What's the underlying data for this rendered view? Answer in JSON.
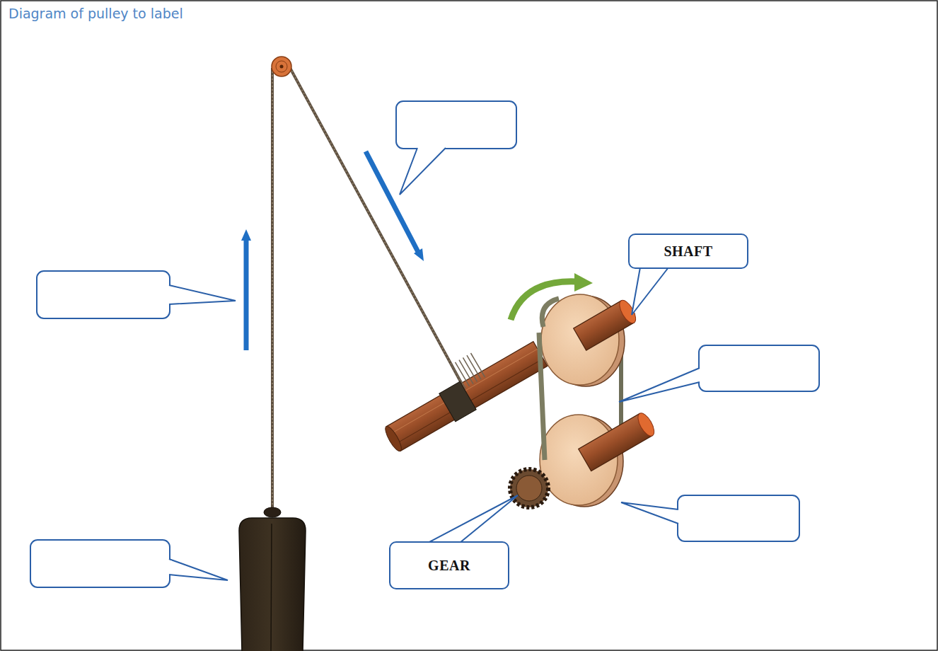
{
  "diagram": {
    "title": "Diagram of pulley to label",
    "nodes": [
      {
        "text": [
          "SHAFT"
        ]
      },
      {
        "text": [
          "GEAR"
        ]
      }
    ]
  }
}
